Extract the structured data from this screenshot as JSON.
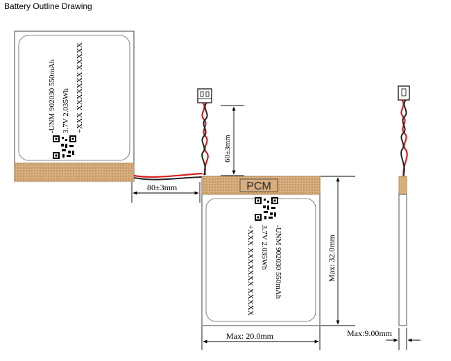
{
  "title": "Battery Outline Drawing",
  "label": {
    "line1": "-UNM 902030 550mAh",
    "line2": "3.7V    2.035Wh",
    "line3": "+XXX XXXXXXX XXXXX"
  },
  "pcm_label": "PCM",
  "dimensions": {
    "wire_length": "80±3mm",
    "connector_lead": "60±3mm",
    "max_height": "Max: 32.0mm",
    "max_width": "Max: 20.0mm",
    "max_thickness": "Max:9.00mm"
  },
  "colors": {
    "pcm_tape": "#d8ae7d",
    "red_wire": "#d42020",
    "black_wire": "#222222",
    "cell_outline": "#6b6b6b"
  }
}
